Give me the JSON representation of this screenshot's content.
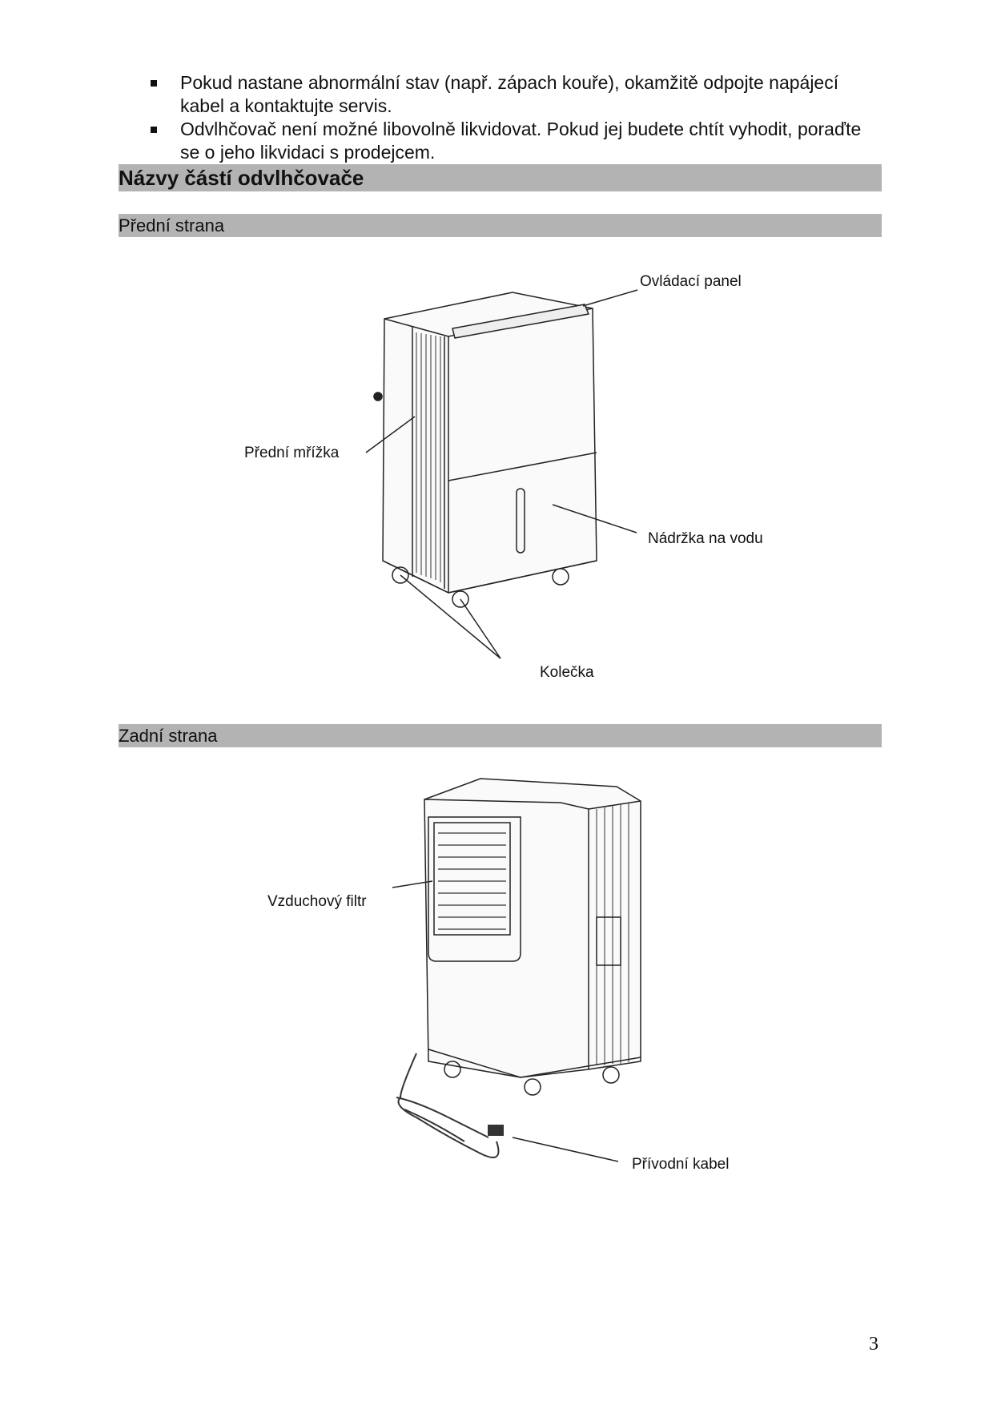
{
  "bullets": [
    "Pokud nastane abnormální stav (např. zápach kouře), okamžitě odpojte napájecí kabel a kontaktujte servis.",
    "Odvlhčovač není možné libovolně likvidovat. Pokud jej budete chtít vyhodit, poraďte se o jeho likvidaci s prodejcem."
  ],
  "heading": "Názvy částí odvlhčovače",
  "front": {
    "title": "Přední strana",
    "labels": {
      "control_panel": "Ovládací panel",
      "front_grille": "Přední mřížka",
      "water_tank": "Nádržka na vodu",
      "wheels": "Kolečka"
    }
  },
  "back": {
    "title": "Zadní strana",
    "labels": {
      "air_filter": "Vzduchový filtr",
      "power_cord": "Přívodní kabel"
    }
  },
  "page_number": "3"
}
